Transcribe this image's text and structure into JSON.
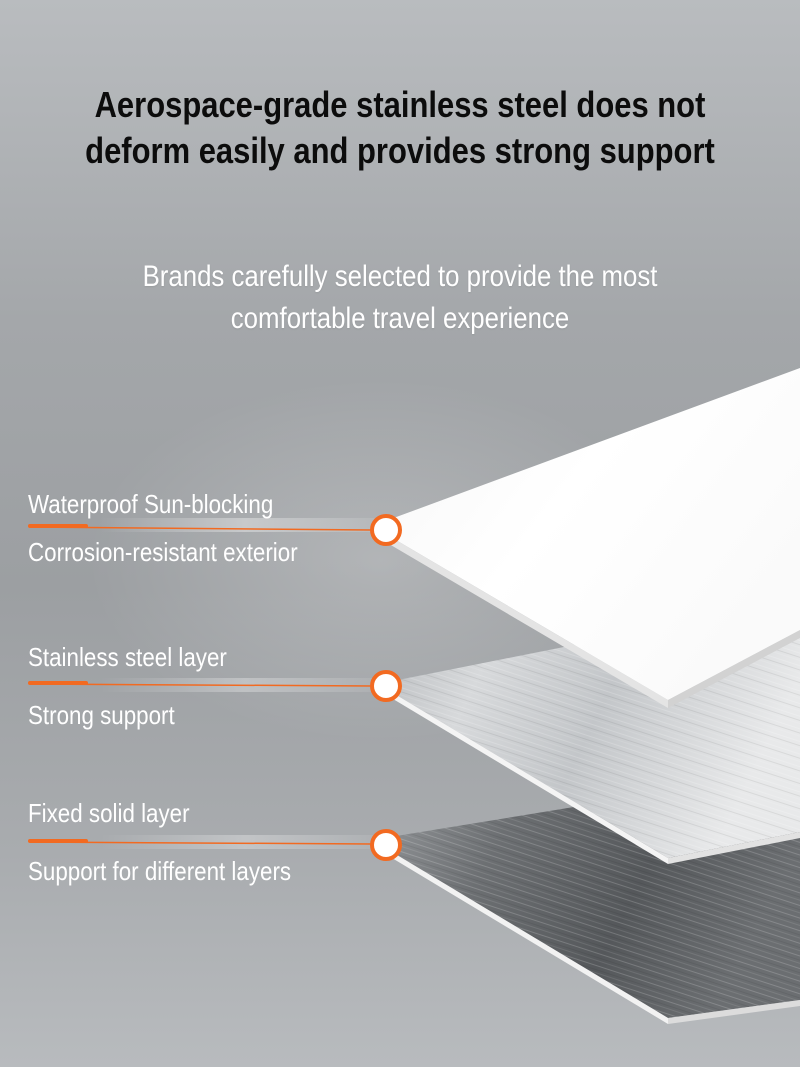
{
  "headline": "Aerospace-grade stainless steel does not deform easily and provides strong support",
  "subhead": "Brands carefully selected to provide the most comfortable travel experience",
  "layers": [
    {
      "title": "Waterproof Sun-blocking",
      "subtitle": "Corrosion-resistant exterior"
    },
    {
      "title": "Stainless steel layer",
      "subtitle": "Strong support"
    },
    {
      "title": "Fixed solid layer",
      "subtitle": "Support for different layers"
    }
  ],
  "colors": {
    "accent": "#f26a21",
    "text_dark": "#0c0c0c",
    "text_light": "#ffffff"
  }
}
